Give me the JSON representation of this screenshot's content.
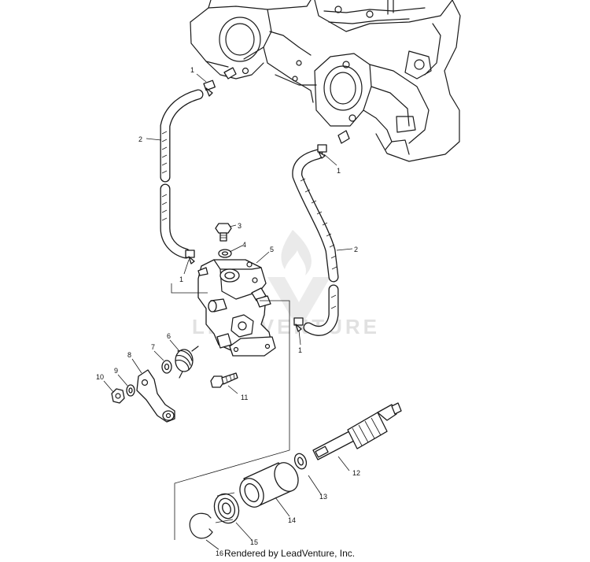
{
  "callouts": {
    "c1a": "1",
    "c1b": "1",
    "c1c": "1",
    "c1d": "1",
    "c2a": "2",
    "c2b": "2",
    "c3": "3",
    "c4": "4",
    "c5": "5",
    "c6": "6",
    "c7": "7",
    "c8": "8",
    "c9": "9",
    "c10": "10",
    "c11": "11",
    "c12": "12",
    "c13": "13",
    "c14": "14",
    "c15": "15",
    "c16": "16"
  },
  "watermark": "LEADVENTURE",
  "credit": "Rendered by LeadVenture, Inc."
}
